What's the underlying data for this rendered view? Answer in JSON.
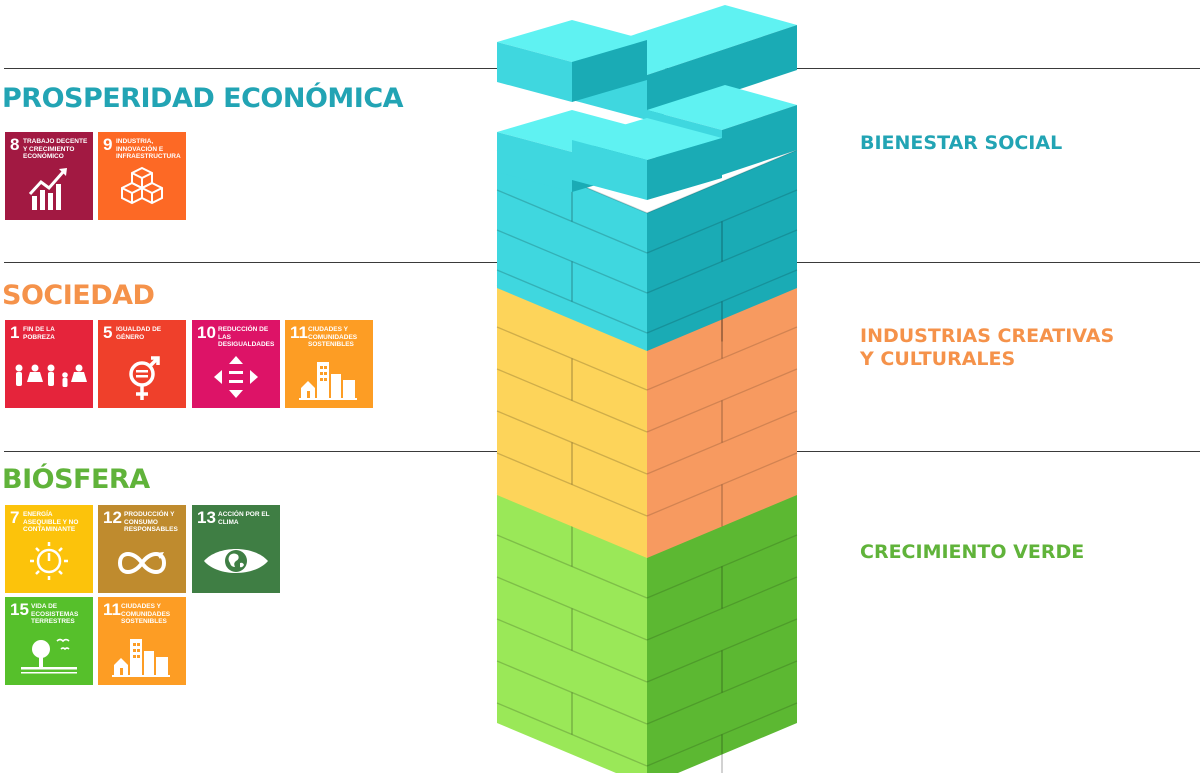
{
  "sections": [
    {
      "title": "PROSPERIDAD ECONÓMICA",
      "color": "#22a4b4"
    },
    {
      "title": "SOCIEDAD",
      "color": "#f5924a"
    },
    {
      "title": "BIÓSFERA",
      "color": "#60b33a"
    }
  ],
  "right_labels": [
    {
      "lines": [
        "BIENESTAR SOCIAL"
      ],
      "color": "#22a4b4"
    },
    {
      "lines": [
        "INDUSTRIAS CREATIVAS",
        "Y CULTURALES"
      ],
      "color": "#f5924a"
    },
    {
      "lines": [
        "CRECIMIENTO VERDE"
      ],
      "color": "#60b33a"
    }
  ],
  "sdg_tiles": [
    {
      "number": "8",
      "title": "TRABAJO DECENTE Y CRECIMIENTO ECONÓMICO",
      "color": "#a21942",
      "icon": "growth-chart-icon"
    },
    {
      "number": "9",
      "title": "INDUSTRIA, INNOVACIÓN E INFRAESTRUCTURA",
      "color": "#fd6925",
      "icon": "cubes-icon"
    },
    {
      "number": "1",
      "title": "FIN DE LA POBREZA",
      "color": "#e5243b",
      "icon": "family-icon"
    },
    {
      "number": "5",
      "title": "IGUALDAD DE GÉNERO",
      "color": "#ef402b",
      "icon": "gender-equality-icon"
    },
    {
      "number": "10",
      "title": "REDUCCIÓN DE LAS DESIGUALDADES",
      "color": "#dd1367",
      "icon": "equality-arrows-icon"
    },
    {
      "number": "11",
      "title": "CIUDADES Y COMUNIDADES SOSTENIBLES",
      "color": "#fd9d24",
      "icon": "city-icon"
    },
    {
      "number": "7",
      "title": "ENERGÍA ASEQUIBLE Y NO CONTAMINANTE",
      "color": "#fcc30b",
      "icon": "sun-power-icon"
    },
    {
      "number": "12",
      "title": "PRODUCCIÓN Y CONSUMO RESPONSABLES",
      "color": "#bf8b2e",
      "icon": "infinity-icon"
    },
    {
      "number": "13",
      "title": "ACCIÓN POR EL CLIMA",
      "color": "#3f7e44",
      "icon": "eye-globe-icon"
    },
    {
      "number": "15",
      "title": "VIDA DE ECOSISTEMAS TERRESTRES",
      "color": "#56c02b",
      "icon": "tree-birds-icon"
    },
    {
      "number": "11",
      "title": "CIUDADES Y COMUNIDADES SOSTENIBLES",
      "color": "#fd9d24",
      "icon": "city-icon"
    }
  ],
  "tower_colors": {
    "cyan": {
      "top": "#5ff2f2",
      "front": "#3fd7df",
      "side": "#1aabb5"
    },
    "yellow": {
      "top": "#ffe070",
      "front": "#fdd45a",
      "side": "#f79a60"
    },
    "green": {
      "top": "#b5f97a",
      "front": "#9ae858",
      "side": "#5cb832"
    }
  }
}
